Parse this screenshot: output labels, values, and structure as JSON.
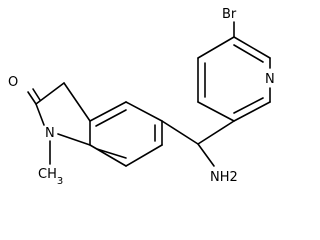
{
  "molecule": {
    "atoms": {
      "bromine": "Br",
      "pyridine_nitrogen": "N",
      "carbonyl_oxygen": "O",
      "amine": "NH2",
      "lactam_nitrogen": "N"
    },
    "methyl": {
      "carbon": "C",
      "hydrogen": "H",
      "count": "3"
    }
  }
}
